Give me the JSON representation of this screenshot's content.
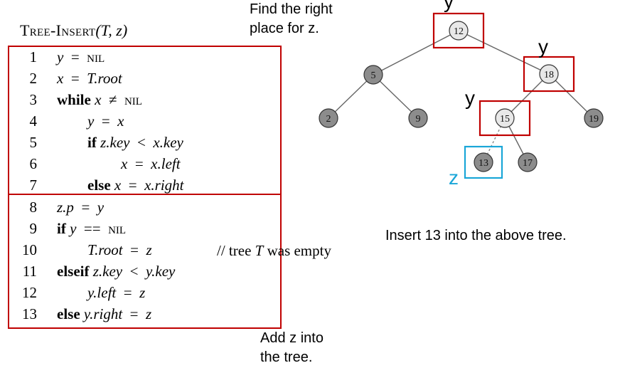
{
  "algorithm": {
    "name": "Tree-Insert",
    "params": "(T, z)",
    "lines": [
      {
        "n": "1",
        "text": "y = NIL"
      },
      {
        "n": "2",
        "text": "x = T.root"
      },
      {
        "n": "3",
        "text": "while x ≠ NIL"
      },
      {
        "n": "4",
        "text": "y = x"
      },
      {
        "n": "5",
        "text": "if z.key < x.key"
      },
      {
        "n": "6",
        "text": "x = x.left"
      },
      {
        "n": "7",
        "text": "else x = x.right"
      },
      {
        "n": "8",
        "text": "z.p = y"
      },
      {
        "n": "9",
        "text": "if y == NIL"
      },
      {
        "n": "10",
        "text": "T.root = z"
      },
      {
        "n": "11",
        "text": "elseif z.key < y.key"
      },
      {
        "n": "12",
        "text": "y.left = z"
      },
      {
        "n": "13",
        "text": "else y.right = z"
      }
    ],
    "comment": "// tree T was empty"
  },
  "annotations": {
    "find_place": "Find the right place for z.",
    "add_z": "Add z into the tree.",
    "insert_note": "Insert 13 into the above tree."
  },
  "tree": {
    "nodes": [
      {
        "key": "12",
        "style": "light",
        "label": "y"
      },
      {
        "key": "5",
        "style": "dark"
      },
      {
        "key": "18",
        "style": "light",
        "label": "y"
      },
      {
        "key": "2",
        "style": "dark"
      },
      {
        "key": "9",
        "style": "dark"
      },
      {
        "key": "15",
        "style": "light",
        "label": "y"
      },
      {
        "key": "19",
        "style": "dark"
      },
      {
        "key": "13",
        "style": "dark",
        "label": "z"
      },
      {
        "key": "17",
        "style": "dark"
      }
    ],
    "colors": {
      "light_node": "#e8e8e8",
      "dark_node": "#8c8c8c",
      "highlight": "#c00000",
      "new_node": "#1aa6d8",
      "z_label": "#1aa6d8"
    }
  }
}
